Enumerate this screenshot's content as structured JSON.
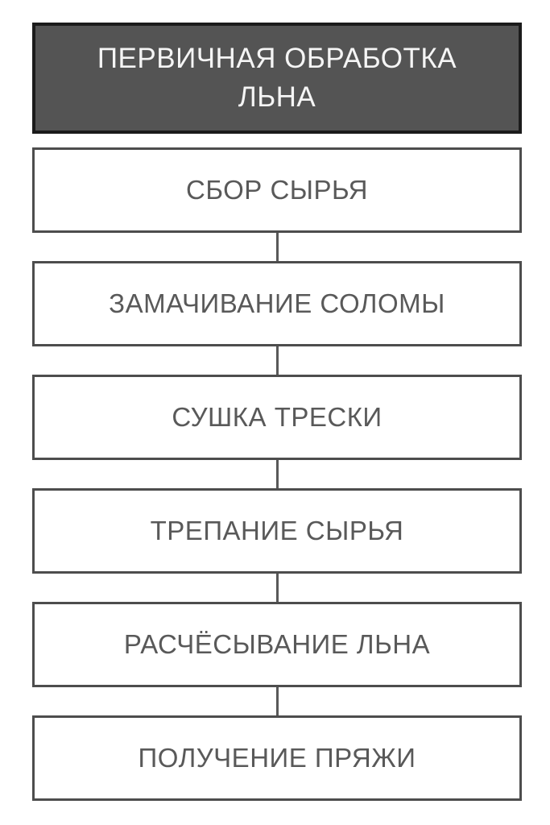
{
  "flowchart": {
    "title": "ПЕРВИЧНАЯ ОБРАБОТКА ЛЬНА",
    "steps": [
      {
        "label": "СБОР СЫРЬЯ"
      },
      {
        "label": "ЗАМАЧИВАНИЕ СОЛОМЫ"
      },
      {
        "label": "СУШКА ТРЕСКИ"
      },
      {
        "label": "ТРЕПАНИЕ СЫРЬЯ"
      },
      {
        "label": "РАСЧЁСЫВАНИЕ ЛЬНА"
      },
      {
        "label": "ПОЛУЧЕНИЕ ПРЯЖИ"
      }
    ],
    "colors": {
      "page_bg": "#ffffff",
      "header_bg": "#545454",
      "header_border": "#1b1b1b",
      "header_text": "#f5f5f5",
      "step_bg": "#ffffff",
      "step_border": "#4d4d4d",
      "step_text": "#595959",
      "connector": "#595959"
    }
  }
}
